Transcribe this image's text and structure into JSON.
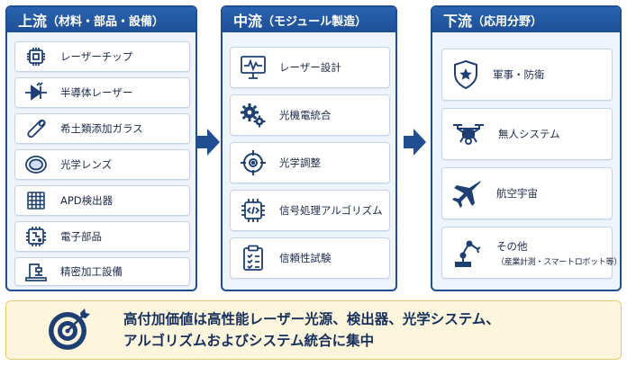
{
  "upstream": {
    "title": "上流",
    "subtitle": "（材料・部品・設備）",
    "items": [
      {
        "label": "レーザーチップ",
        "icon": "chip-icon"
      },
      {
        "label": "半導体レーザー",
        "icon": "laser-diode-icon"
      },
      {
        "label": "希土類添加ガラス",
        "icon": "glass-rod-icon"
      },
      {
        "label": "光学レンズ",
        "icon": "lens-icon"
      },
      {
        "label": "APD検出器",
        "icon": "detector-grid-icon"
      },
      {
        "label": "電子部品",
        "icon": "circuit-board-icon"
      },
      {
        "label": "精密加工設備",
        "icon": "machine-tool-icon"
      }
    ]
  },
  "midstream": {
    "title": "中流",
    "subtitle": "（モジュール製造）",
    "items": [
      {
        "label": "レーザー設計",
        "icon": "monitor-waveform-icon"
      },
      {
        "label": "光機電統合",
        "icon": "gears-icon"
      },
      {
        "label": "光学調整",
        "icon": "crosshair-icon"
      },
      {
        "label": "信号処理アルゴリズム",
        "icon": "code-chip-icon"
      },
      {
        "label": "信頼性試験",
        "icon": "checklist-icon"
      }
    ]
  },
  "downstream": {
    "title": "下流",
    "subtitle": "（応用分野）",
    "items": [
      {
        "label": "軍事・防衛",
        "icon": "shield-star-icon"
      },
      {
        "label": "無人システム",
        "icon": "drone-icon"
      },
      {
        "label": "航空宇宙",
        "icon": "airplane-icon"
      },
      {
        "label": "その他",
        "sublabel": "（産業計測・スマートロボット等）",
        "icon": "robot-arm-icon"
      }
    ]
  },
  "banner": {
    "line1": "高付加価値は高性能レーザー光源、検出器、光学システム、",
    "line2": "アルゴリズムおよびシステム統合に集中",
    "icon": "target-icon"
  },
  "colors": {
    "navy": "#1f4e92",
    "icon": "#1d3f73",
    "panel": "#eef4fb",
    "banner_bg": "#fdf6dc",
    "banner_border": "#e6c969"
  }
}
